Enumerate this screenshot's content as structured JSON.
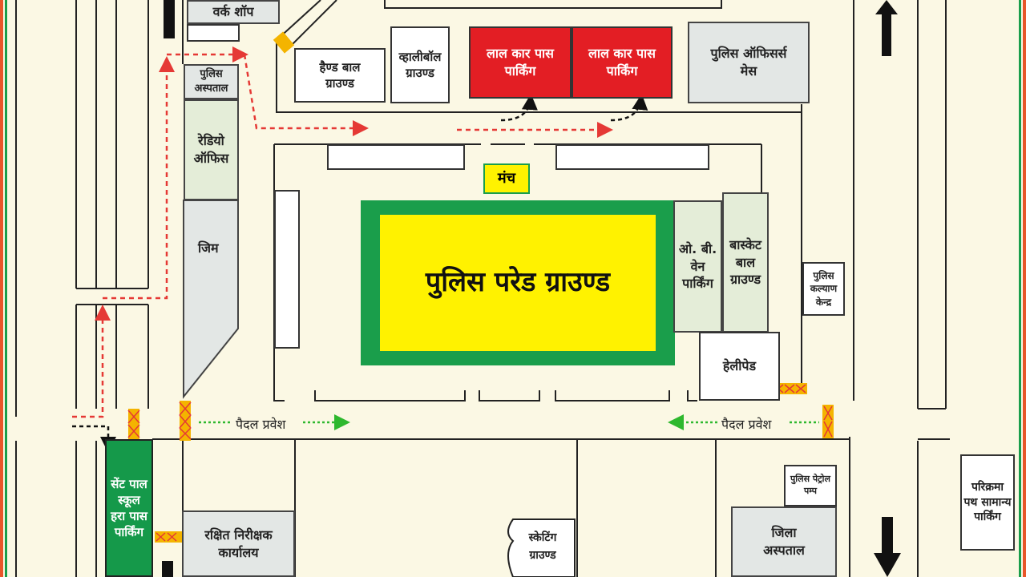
{
  "map": {
    "ground": "पुलिस परेड ग्राउण्ड",
    "stage": "मंच",
    "work_shop": "वर्क शॉप",
    "police_hospital": "पुलिस अस्पताल",
    "radio_office": "रेडियो ऑफिस",
    "gym": "जिम",
    "handball_ground": "हैण्ड बाल ग्राउण्ड",
    "volleyball_ground": "व्हालीबॉल ग्राउण्ड",
    "red_car_parking_1": "लाल कार पास पार्किंग",
    "red_car_parking_2": "लाल कार पास पार्किंग",
    "officers_mess": "पुलिस ऑफिसर्स मेस",
    "ob_van_parking": "ओ. बी. वेन पार्किंग",
    "basketball_ground": "बास्केट बाल ग्राउण्ड",
    "police_welfare_centre": "पुलिस कल्याण केन्द्र",
    "helipad": "हेलीपेड",
    "pedestrian_entry_left": "पैदल प्रवेश",
    "pedestrian_entry_right": "पैदल प्रवेश",
    "st_paul_parking": "सेंट पाल स्कूल हरा पास पार्किंग",
    "reserve_inspector_office": "रक्षित निरीक्षक कार्यालय",
    "skating_ground": "स्केटिंग ग्राउण्ड",
    "petrol_pump": "पुलिस पेट्रोल पम्प",
    "district_hospital": "जिला अस्पताल",
    "parikrama_path": "परिक्रमा पथ सामान्य पार्किंग"
  },
  "colors": {
    "background": "#fbf8e4",
    "ground_fill": "#fff200",
    "ground_border": "#1a9e4b",
    "red_parking": "#e31e24",
    "green_parking": "#15994a",
    "vehicle_route": "#e53935",
    "pedestrian_route": "#2eb82e",
    "barricade": "#f4b400"
  }
}
